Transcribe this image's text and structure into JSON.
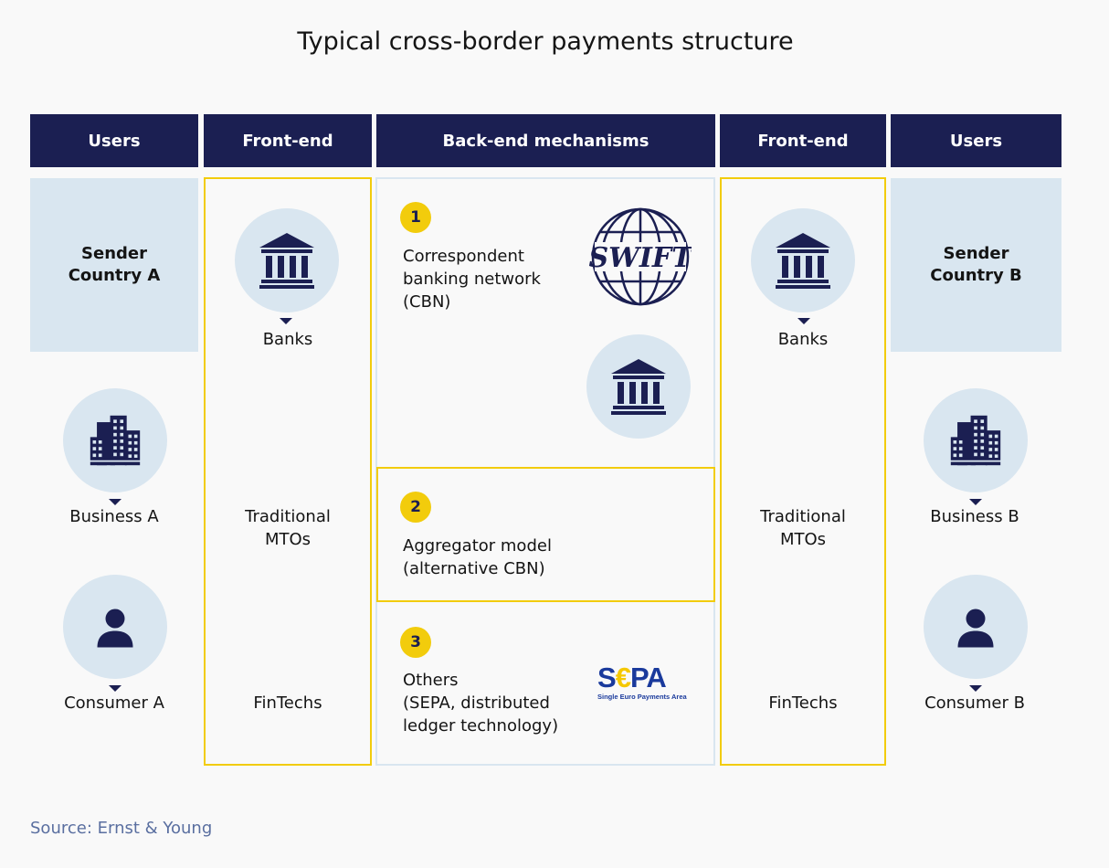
{
  "title": "Typical cross-border payments structure",
  "headers": {
    "users_left": "Users",
    "frontend_left": "Front-end",
    "backend": "Back-end mechanisms",
    "frontend_right": "Front-end",
    "users_right": "Users"
  },
  "left": {
    "sender_line1": "Sender",
    "sender_line2": "Country A",
    "business": "Business A",
    "consumer": "Consumer A"
  },
  "right": {
    "sender_line1": "Sender",
    "sender_line2": "Country B",
    "business": "Business B",
    "consumer": "Consumer B"
  },
  "frontend": {
    "banks": "Banks",
    "mto_line1": "Traditional",
    "mto_line2": "MTOs",
    "fintechs": "FinTechs"
  },
  "backend": {
    "items": [
      {
        "num": "1",
        "lines": [
          "Correspondent",
          "banking network",
          "(CBN)"
        ]
      },
      {
        "num": "2",
        "lines": [
          "Aggregator model",
          "(alternative CBN)"
        ]
      },
      {
        "num": "3",
        "lines": [
          "Others",
          "(SEPA, distributed",
          "ledger technology)"
        ]
      }
    ],
    "swift_text": "SWIFT",
    "sepa_text_s": "S",
    "sepa_text_euro": "€",
    "sepa_text_pa": "PA",
    "sepa_sub": "Single Euro Payments Area"
  },
  "source": "Source: Ernst & Young",
  "colors": {
    "navy": "#1b1f52",
    "yellow": "#f2cc0c",
    "light_blue": "#d9e6f0",
    "sepa_blue": "#1a3a9c",
    "sepa_yellow": "#f5c800"
  },
  "icons": [
    "bank-icon",
    "buildings-icon",
    "person-icon",
    "swift-logo",
    "sepa-logo"
  ]
}
